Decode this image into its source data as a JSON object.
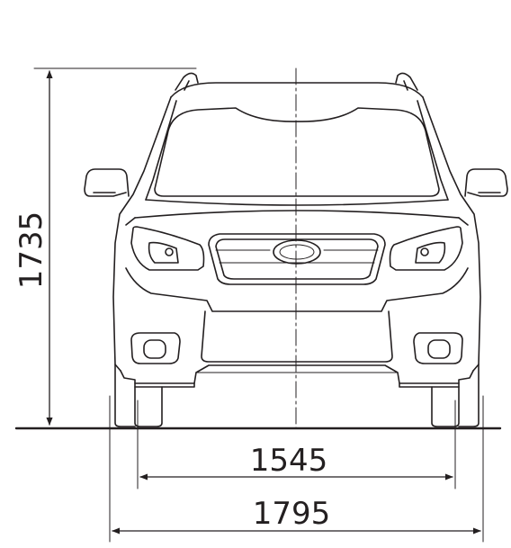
{
  "dimensions": {
    "height": "1735",
    "track": "1545",
    "width": "1795"
  },
  "colors": {
    "line": "#231f20",
    "background": "#ffffff"
  }
}
